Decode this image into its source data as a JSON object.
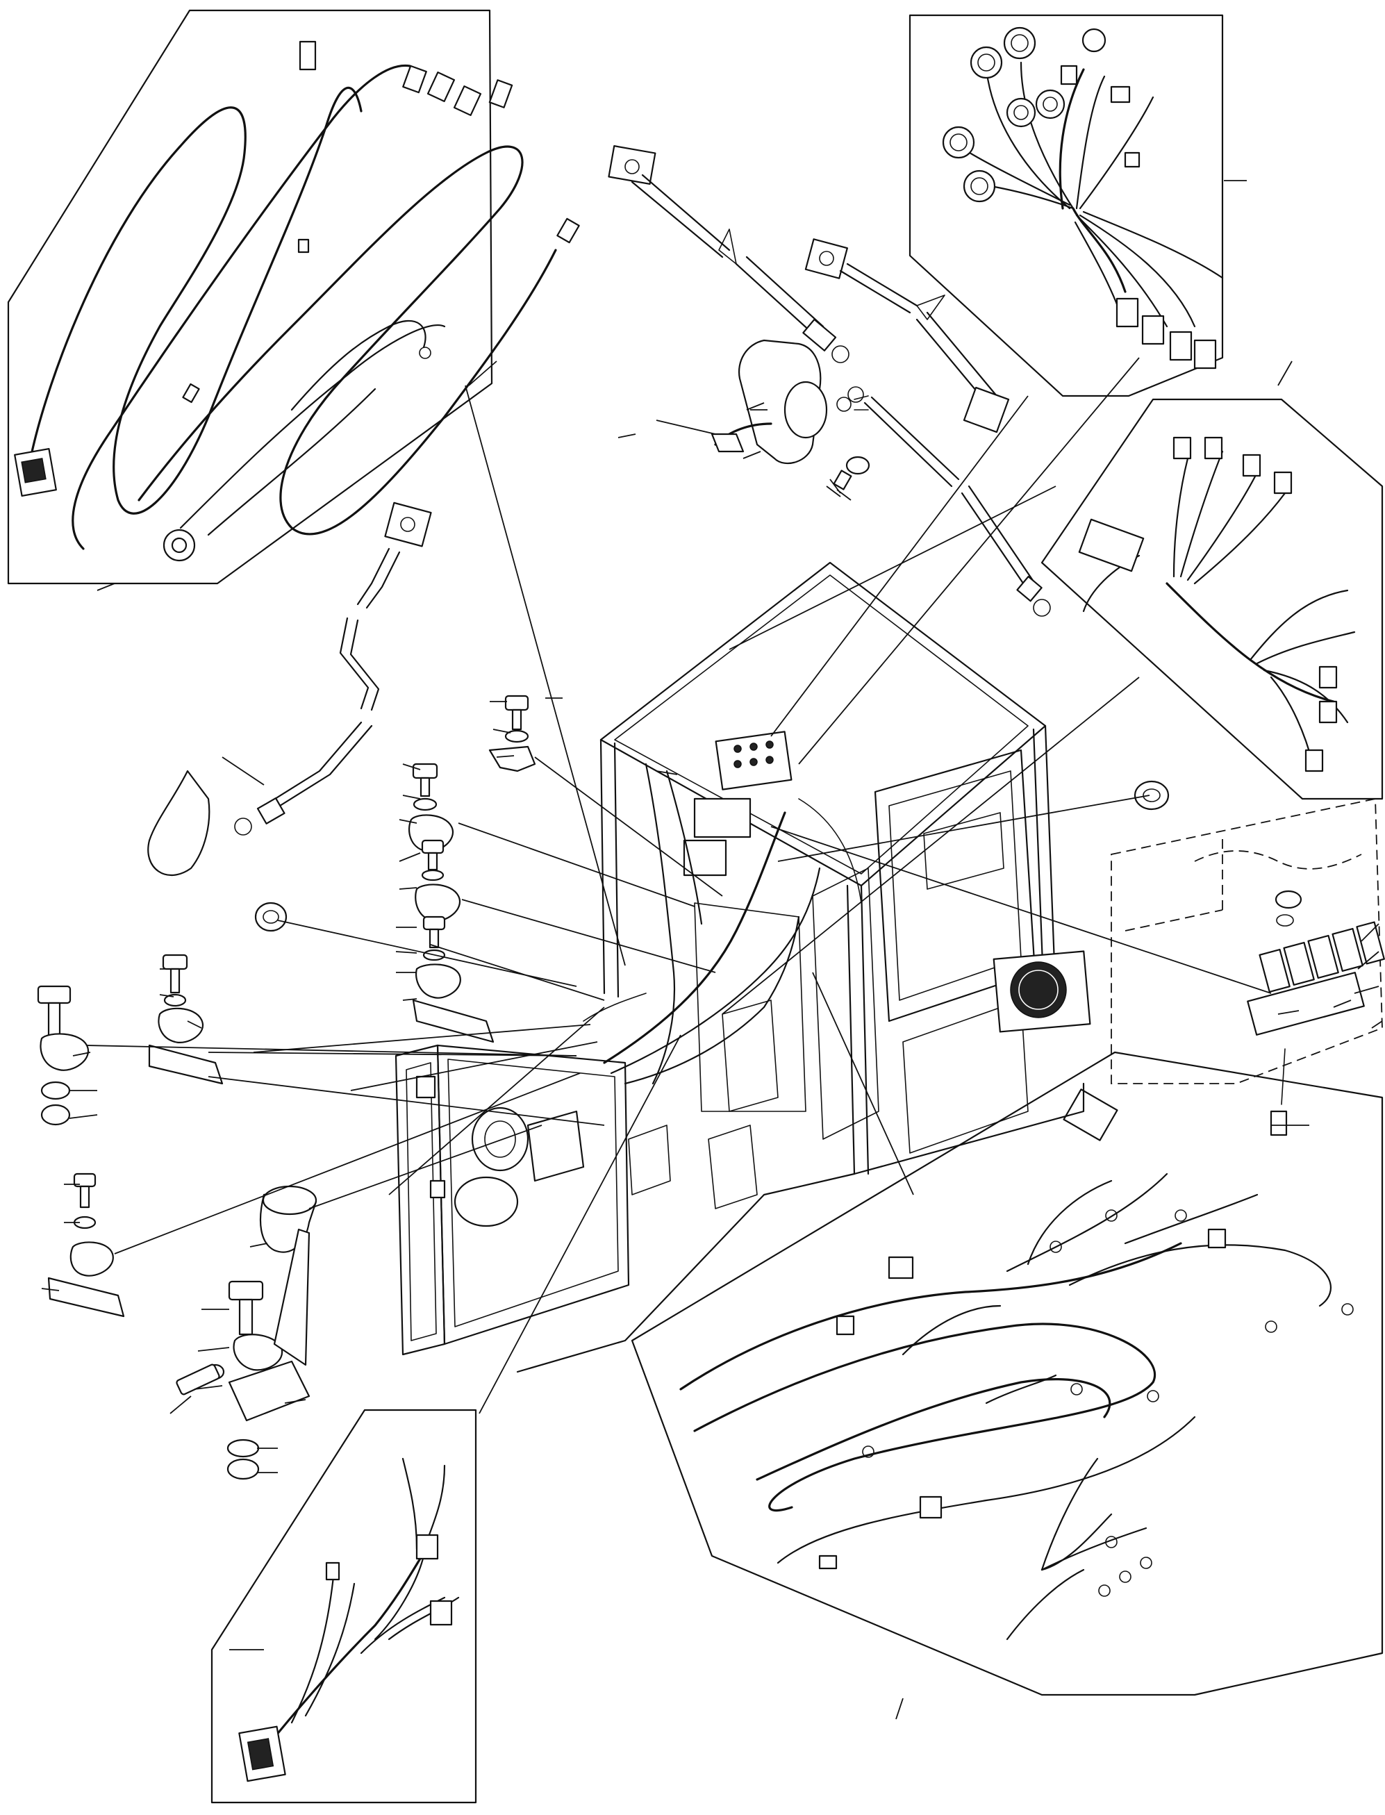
{
  "diagram": {
    "kind": "exploded-parts-view",
    "subject": "wiring-harnesses-and-cab-frame",
    "printed_text": [],
    "parts": [
      {
        "id": "harness-inset-top-left"
      },
      {
        "id": "harness-inset-top-right"
      },
      {
        "id": "harness-inset-right"
      },
      {
        "id": "harness-inset-bottom-right"
      },
      {
        "id": "harness-inset-bottom-left"
      },
      {
        "id": "battery-cable-a"
      },
      {
        "id": "battery-cable-b"
      },
      {
        "id": "battery-cable-c"
      },
      {
        "id": "battery-cable-left"
      },
      {
        "id": "battery-switch"
      },
      {
        "id": "cab-frame"
      },
      {
        "id": "fuse-box"
      },
      {
        "id": "relay-block"
      },
      {
        "id": "grommet"
      },
      {
        "id": "clamps-and-fasteners"
      }
    ],
    "callout_count": 62,
    "stroke_color": "#111111",
    "background_color": "#ffffff"
  }
}
